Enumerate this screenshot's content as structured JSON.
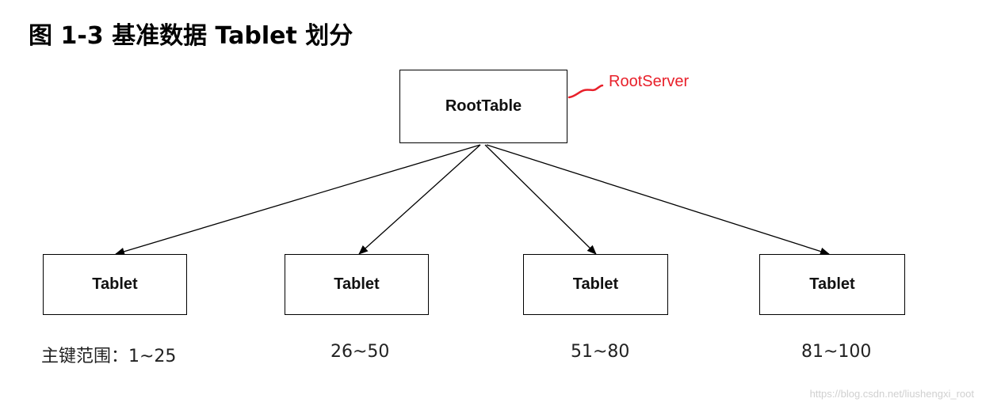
{
  "caption": "图 1-3  基准数据 Tablet 划分",
  "root": {
    "label": "RootTable",
    "annotation": "RootServer"
  },
  "tablets": [
    {
      "label": "Tablet",
      "range": "主键范围：1~25"
    },
    {
      "label": "Tablet",
      "range": "26~50"
    },
    {
      "label": "Tablet",
      "range": "51~80"
    },
    {
      "label": "Tablet",
      "range": "81~100"
    }
  ],
  "watermark": "https://blog.csdn.net/liushengxi_root",
  "colors": {
    "annotation": "#e8202a",
    "lines": "#000000"
  }
}
